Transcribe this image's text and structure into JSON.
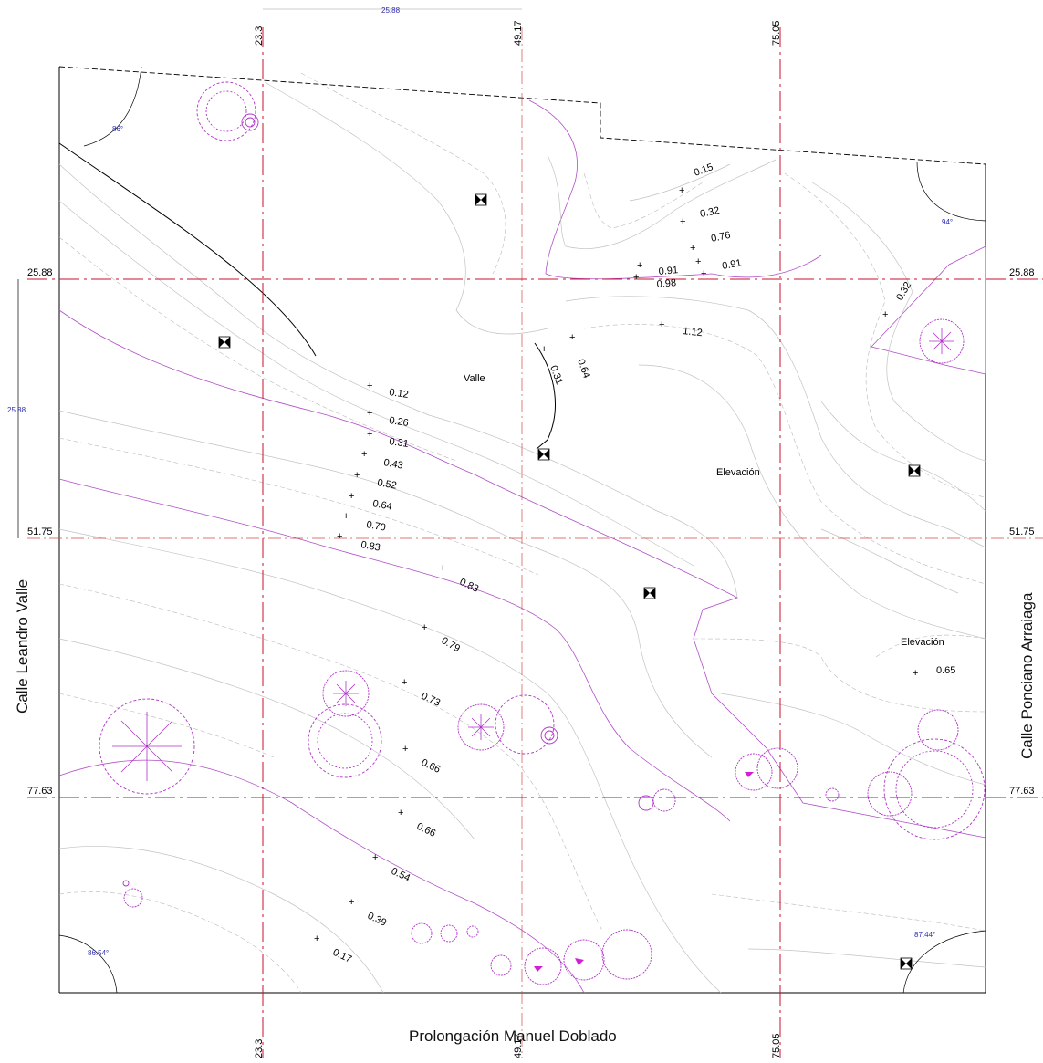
{
  "streets": {
    "west": "Calle Leandro Valle",
    "east": "Calle Ponciano Arraiaga",
    "south": "Prolongación Manuel Doblado"
  },
  "grid": {
    "vertical": [
      "23.3",
      "49.17",
      "75.05"
    ],
    "horizontal": [
      "25.88",
      "51.75",
      "77.63"
    ]
  },
  "dimensions": {
    "top": "25.88",
    "left": "25.88"
  },
  "angles": {
    "top_left": "86°",
    "top_right": "94°",
    "bottom_left": "86.54°",
    "bottom_right": "87.44°"
  },
  "zones": {
    "valle": "Valle",
    "elevacion_center": "Elevación",
    "elevacion_right": "Elevación"
  },
  "spot_levels": [
    "0.15",
    "0.32",
    "0.76",
    "0.91",
    "0.91",
    "0.98",
    "1.12",
    "0.32",
    "0.64",
    "0.31",
    "0.12",
    "0.26",
    "0.31",
    "0.43",
    "0.52",
    "0.64",
    "0.70",
    "0.83",
    "0.83",
    "0.79",
    "0.73",
    "0.66",
    "0.66",
    "0.54",
    "0.39",
    "0.17",
    "0.65"
  ],
  "colors": {
    "axis": "#c8102e",
    "contour": "#b04fc7",
    "tree": "#b033c8",
    "dimension": "#2b2bb0"
  }
}
